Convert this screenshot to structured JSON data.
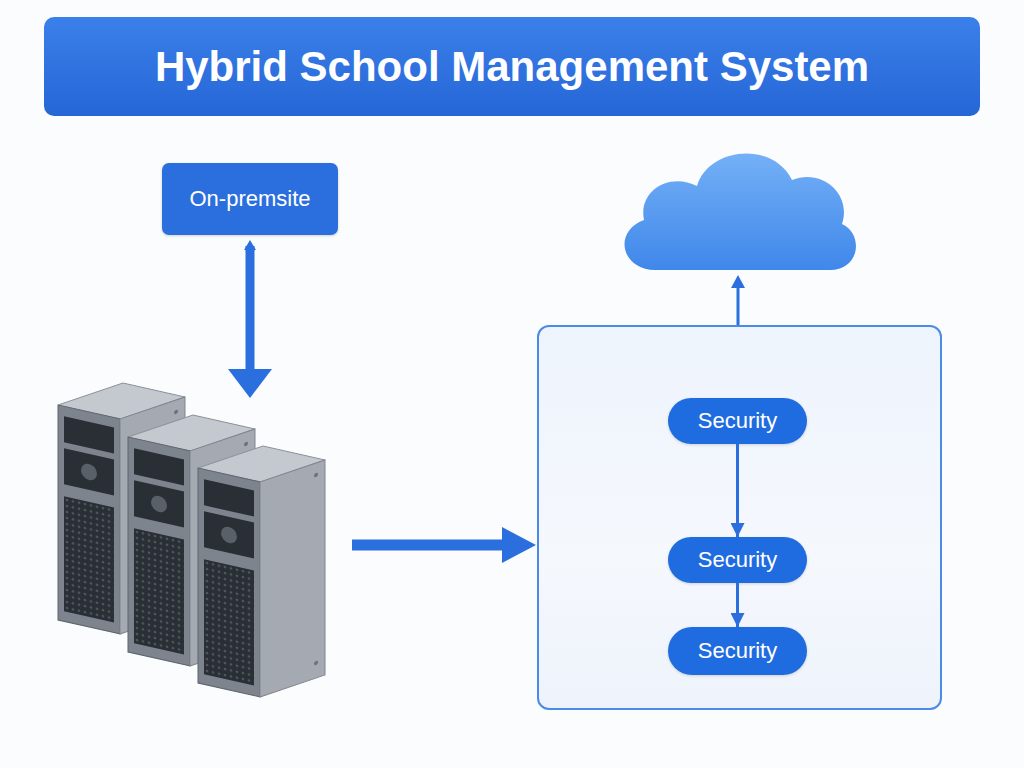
{
  "diagram": {
    "title": "Hybrid School Management System",
    "nodes": [
      {
        "text": [
          "On-premsite"
        ]
      },
      {
        "text": []
      },
      {
        "text": [
          "Security"
        ],
        "in": 1
      },
      {
        "text": [
          "Security"
        ],
        "in": 1
      },
      {
        "text": [
          "Security"
        ],
        "in": 1
      }
    ],
    "edges": [
      {
        "from": 2,
        "to": 3,
        "arrow": "to"
      },
      {
        "from": 3,
        "to": 4,
        "arrow": "to"
      }
    ]
  }
}
